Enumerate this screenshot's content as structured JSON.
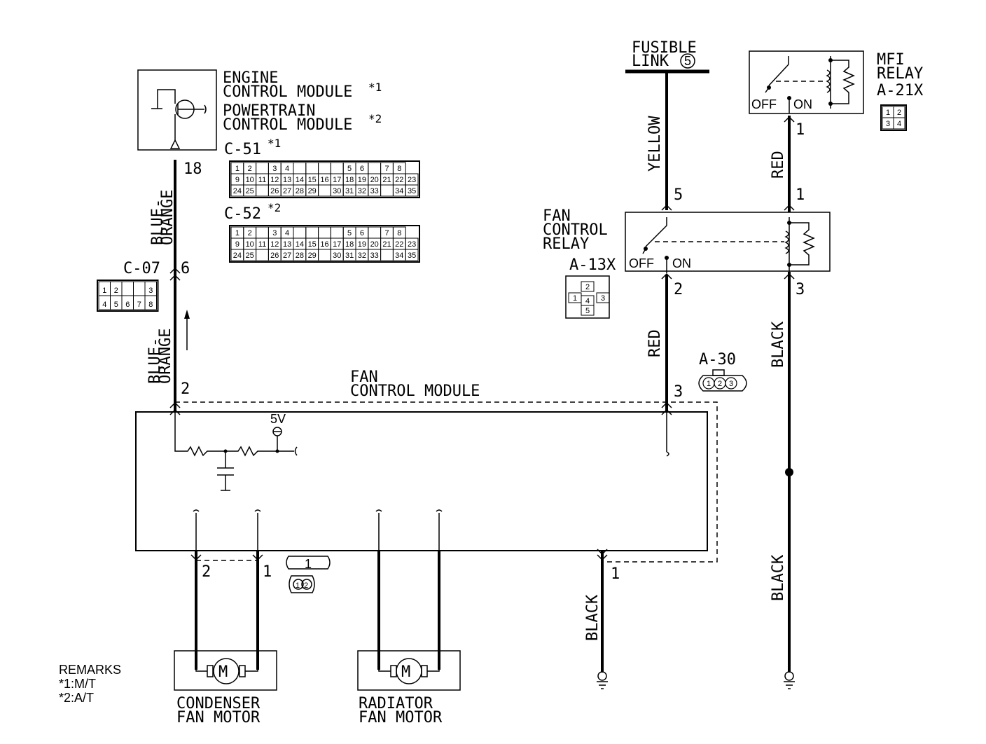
{
  "ecm": {
    "line1": "ENGINE",
    "line2": "CONTROL MODULE",
    "mark1": "*1",
    "line3": "POWERTRAIN",
    "line4": "CONTROL MODULE",
    "mark2": "*2",
    "pin": "18"
  },
  "connectors": {
    "c51": {
      "label": "C-51",
      "mark": "*1"
    },
    "c52": {
      "label": "C-52",
      "mark": "*2"
    },
    "c07": {
      "label": "C-07",
      "pin": "6"
    },
    "a13x": {
      "label": "A-13X"
    },
    "a21x": {
      "label": "A-21X"
    },
    "a30": {
      "label": "A-30"
    }
  },
  "pin_grid": {
    "row1": [
      "1",
      "2",
      "",
      "3",
      "4",
      "",
      "",
      "",
      "",
      "5",
      "6",
      "",
      "7",
      "8"
    ],
    "row2": [
      "9",
      "10",
      "11",
      "12",
      "13",
      "14",
      "15",
      "16",
      "17",
      "18",
      "19",
      "20",
      "21",
      "22",
      "23"
    ],
    "row3": [
      "24",
      "25",
      "",
      "26",
      "27",
      "28",
      "29",
      "",
      "30",
      "31",
      "32",
      "33",
      "",
      "34",
      "35"
    ]
  },
  "c07_pins": {
    "row1": [
      "1",
      "2",
      "",
      "",
      "3"
    ],
    "row2": [
      "4",
      "5",
      "6",
      "7",
      "8"
    ]
  },
  "a13x_pins": [
    "2",
    "1",
    "4",
    "3",
    "5"
  ],
  "a21x_pins": [
    "1",
    "2",
    "3",
    "4"
  ],
  "a30_pins": [
    "1",
    "2",
    "3"
  ],
  "motor_conn_pins": [
    "1",
    "2"
  ],
  "motor_conn_label": "1",
  "wires": {
    "blue_orange": "BLUE-\nORANGE",
    "blue_orange_top": "BLUE-",
    "blue_orange_bot": "ORANGE",
    "yellow": "YELLOW",
    "red": "RED",
    "black": "BLACK"
  },
  "fusible": {
    "line1": "FUSIBLE",
    "line2": "LINK",
    "num": "5",
    "pin": "5"
  },
  "fan_relay": {
    "line1": "FAN",
    "line2": "CONTROL",
    "line3": "RELAY",
    "off": "OFF",
    "on": "ON",
    "pin_top": "2",
    "pin_mid": "3"
  },
  "mfi_relay": {
    "line1": "MFI",
    "line2": "RELAY",
    "off": "OFF",
    "on": "ON",
    "pin_top": "1",
    "pin_relay": "1",
    "pin_bot": "3"
  },
  "fan_module": {
    "line1": "FAN",
    "line2": "CONTROL MODULE",
    "pin_left": "2",
    "pin_right": "3",
    "pin_ground": "1",
    "voltage": "5V"
  },
  "motors": {
    "condenser": {
      "line1": "CONDENSER",
      "line2": "FAN MOTOR",
      "pin_a": "2",
      "pin_b": "1"
    },
    "radiator": {
      "line1": "RADIATOR",
      "line2": "FAN MOTOR"
    },
    "symbol": "M"
  },
  "remarks": {
    "title": "REMARKS",
    "r1": "*1:M/T",
    "r2": "*2:A/T"
  }
}
